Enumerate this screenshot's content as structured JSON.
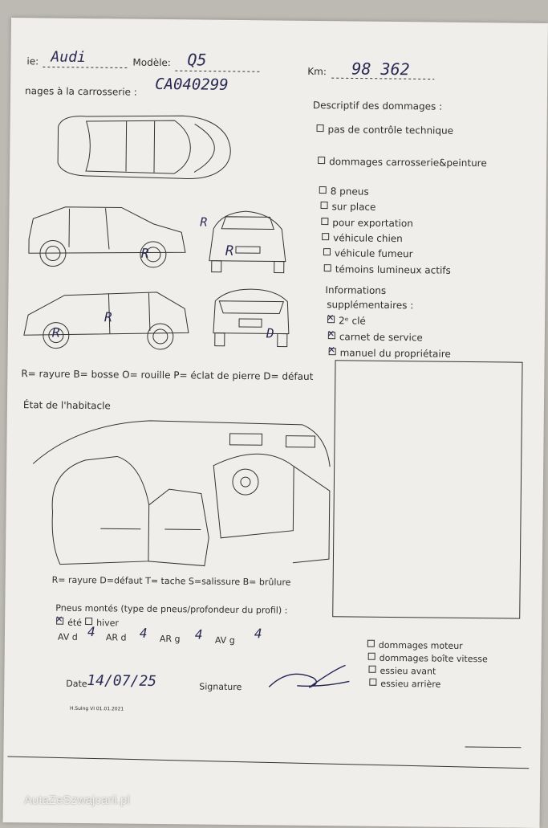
{
  "header": {
    "brand_label": "ie:",
    "brand_value": "Audi",
    "model_label": "Modèle:",
    "model_value": "Q5",
    "km_label": "Km:",
    "km_value": "98 362",
    "plate_value": "CA040299"
  },
  "damage_section": {
    "title": "nages à la carrosserie :",
    "marks": [
      "R",
      "R",
      "R",
      "R",
      "R",
      "D"
    ],
    "legend": "R= rayure B= bosse O= rouille P= éclat de pierre D= défaut"
  },
  "description": {
    "title": "Descriptif des dommages :",
    "items": [
      "pas de contrôle technique",
      "dommages carrosserie&peinture",
      "8 pneus",
      "sur place",
      "pour exportation",
      "véhicule chien",
      "véhicule fumeur",
      "témoins lumineux actifs"
    ]
  },
  "info": {
    "title_line1": "Informations",
    "title_line2": "supplémentaires :",
    "items": [
      {
        "label": "2ᵉ clé",
        "checked": true
      },
      {
        "label": "carnet de service",
        "checked": true
      },
      {
        "label": "manuel du propriétaire",
        "checked": true
      }
    ]
  },
  "interior": {
    "title": "État de l'habitacle",
    "legend": "R= rayure D=défaut T= tache S=salissure B= brûlure"
  },
  "tires": {
    "title": "Pneus montés (type de pneus/profondeur du profil) :",
    "summer": "été",
    "winter": "hiver",
    "av_d_label": "AV d",
    "av_d_value": "4",
    "ar_d_label": "AR d",
    "ar_d_value": "4",
    "ar_g_label": "AR g",
    "ar_g_value": "4",
    "av_g_label": "AV g",
    "av_g_value": "4"
  },
  "extra_checks": [
    "dommages moteur",
    "dommages boîte vitesse",
    "essieu avant",
    "essieu arrière"
  ],
  "footer": {
    "date_label": "Date",
    "date_value": "14/07/25",
    "signature_label": "Signature",
    "small_print": "H.Sulng VI 01.01.2021"
  },
  "watermark": "AutaZeSzwajcarii.pl"
}
